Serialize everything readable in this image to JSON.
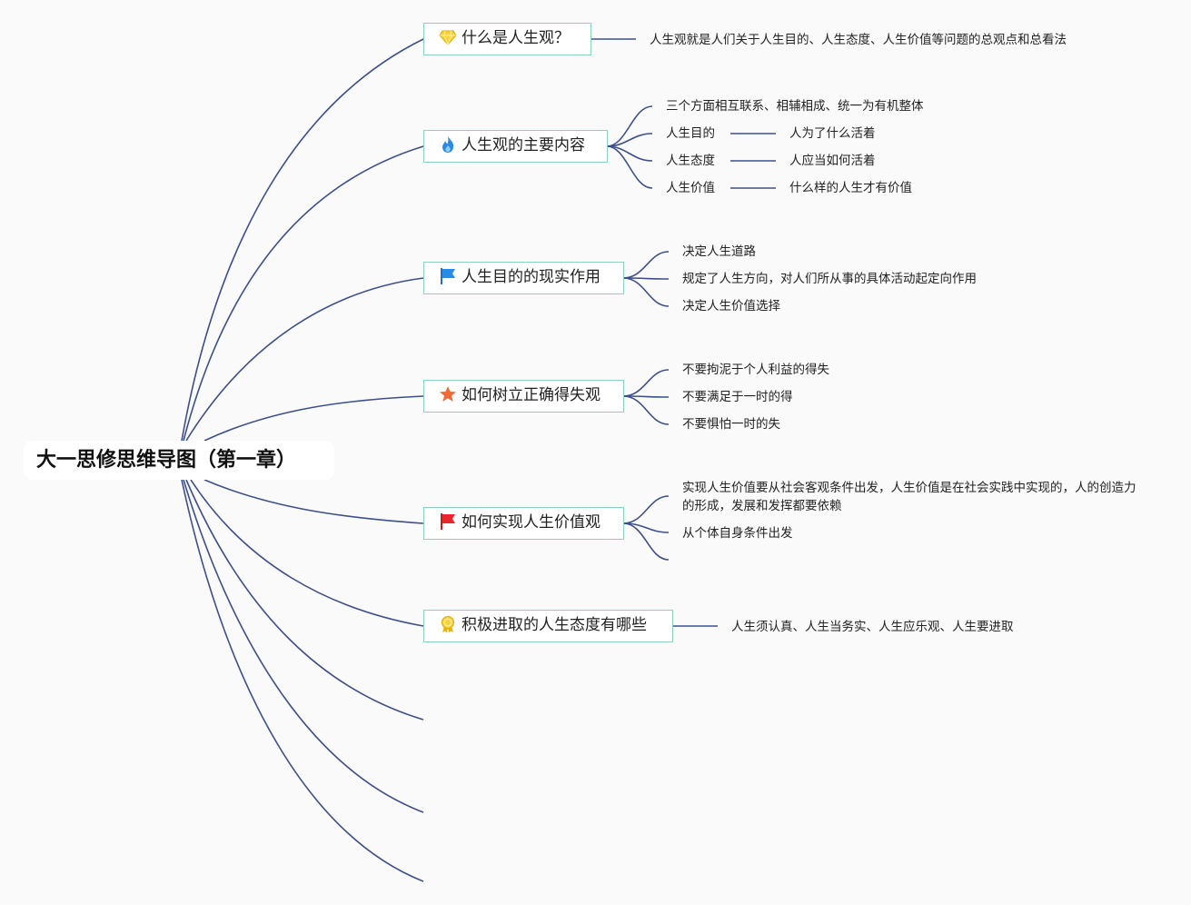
{
  "root": {
    "label": "大一思修思维导图（第一章）"
  },
  "colors": {
    "line": "#3d4f8a",
    "topic_border": "#8fcfc0"
  },
  "topics": [
    {
      "label": "什么是人生观？",
      "icon": "diamond-icon",
      "children": [
        {
          "label": "人生观就是人们关于人生目的、人生态度、人生价值等问题的总观点和总看法"
        }
      ]
    },
    {
      "label": "人生观的主要内容",
      "icon": "flame-icon",
      "children": [
        {
          "label": "三个方面相互联系、相辅相成、统一为有机整体"
        },
        {
          "label": "人生目的",
          "detail": "人为了什么活着"
        },
        {
          "label": "人生态度",
          "detail": "人应当如何活着"
        },
        {
          "label": "人生价值",
          "detail": "什么样的人生才有价值"
        }
      ]
    },
    {
      "label": "人生目的的现实作用",
      "icon": "blue-flag-icon",
      "children": [
        {
          "label": "决定人生道路"
        },
        {
          "label": "规定了人生方向，对人们所从事的具体活动起定向作用"
        },
        {
          "label": "决定人生价值选择"
        }
      ]
    },
    {
      "label": "如何树立正确得失观",
      "icon": "star-icon",
      "children": [
        {
          "label": "不要拘泥于个人利益的得失"
        },
        {
          "label": "不要满足于一时的得"
        },
        {
          "label": "不要惧怕一时的失"
        }
      ]
    },
    {
      "label": "如何实现人生价值观",
      "icon": "red-flag-icon",
      "children": [
        {
          "label": "实现人生价值要从社会客观条件出发，人生价值是在社会实践中实现的，人的创造力的形成，发展和发挥都要依赖"
        },
        {
          "label": "从个体自身条件出发"
        }
      ]
    },
    {
      "label": "积极进取的人生态度有哪些",
      "icon": "medal-icon",
      "children": [
        {
          "label": "人生须认真、人生当务实、人生应乐观、人生要进取"
        }
      ]
    }
  ]
}
